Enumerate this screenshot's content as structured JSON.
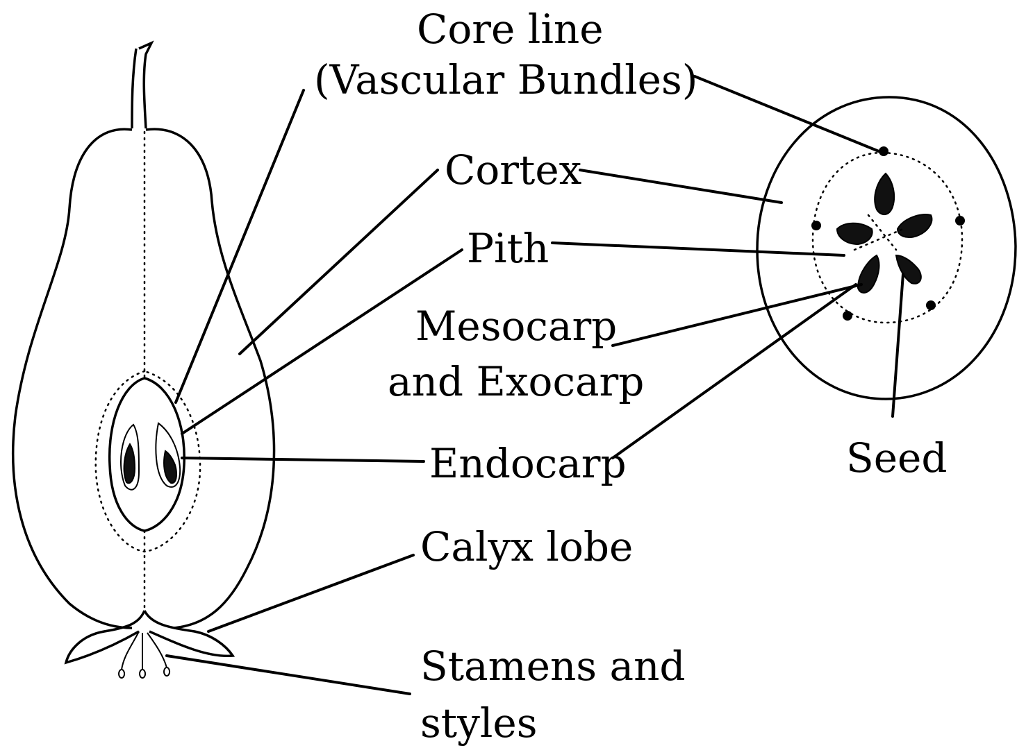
{
  "labels": {
    "core_line_1": "Core line",
    "core_line_2": "(Vascular Bundles)",
    "cortex": "Cortex",
    "pith": "Pith",
    "mesocarp_1": "Mesocarp",
    "mesocarp_2": "and Exocarp",
    "endocarp": "Endocarp",
    "calyx_lobe": "Calyx lobe",
    "stamens_1": "Stamens and",
    "stamens_2": "styles",
    "seed": "Seed"
  },
  "colors": {
    "ink": "#000000",
    "background": "#ffffff"
  }
}
